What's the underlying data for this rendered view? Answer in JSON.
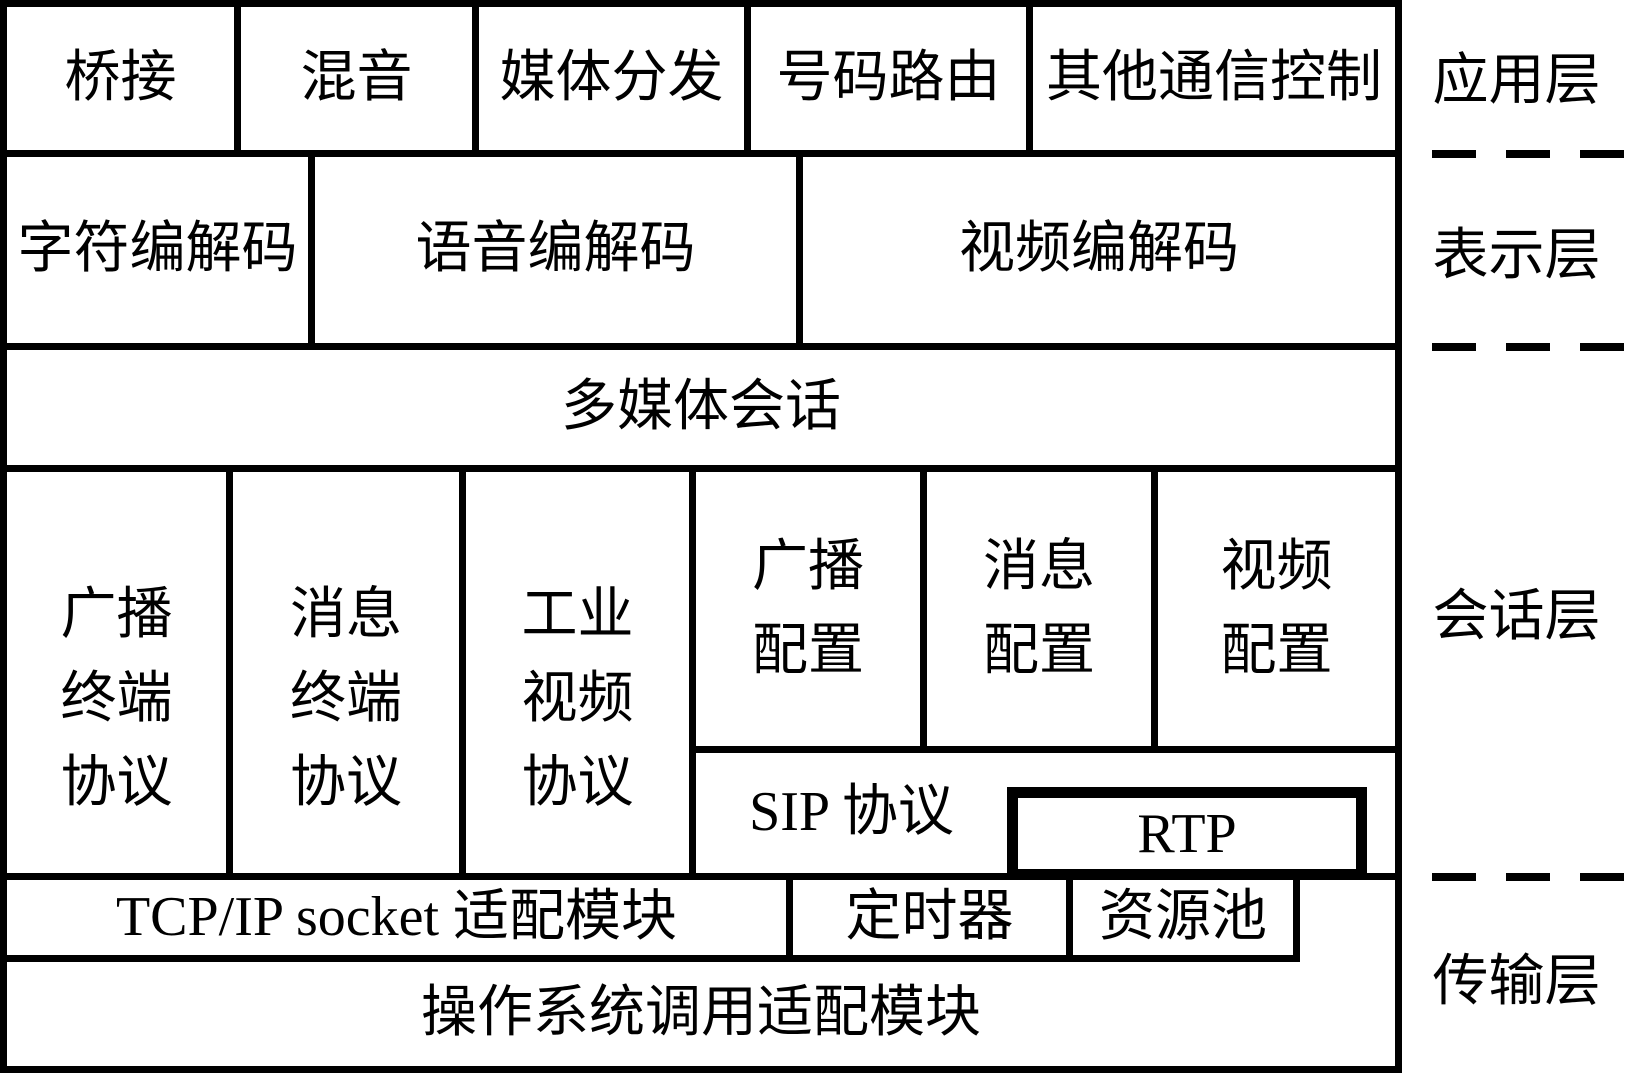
{
  "layers": {
    "application": "应用层",
    "presentation": "表示层",
    "session": "会话层",
    "transport": "传输层"
  },
  "application_row": [
    "桥接",
    "混音",
    "媒体分发",
    "号码路由",
    "其他通信控制"
  ],
  "presentation_row": [
    "字符编解码",
    "语音编解码",
    "视频编解码"
  ],
  "multimedia_session": "多媒体会话",
  "session_row": {
    "protocols": [
      {
        "lines": [
          "广播",
          "终端",
          "协议"
        ]
      },
      {
        "lines": [
          "消息",
          "终端",
          "协议"
        ]
      },
      {
        "lines": [
          "工业",
          "视频",
          "协议"
        ]
      }
    ],
    "configs": [
      {
        "lines": [
          "广播",
          "配置"
        ]
      },
      {
        "lines": [
          "消息",
          "配置"
        ]
      },
      {
        "lines": [
          "视频",
          "配置"
        ]
      }
    ],
    "sip": "SIP 协议",
    "rtp": "RTP"
  },
  "transport_row": {
    "tcp_adapter": "TCP/IP socket 适配模块",
    "timer": "定时器",
    "resource_pool": "资源池",
    "os_adapter": "操作系统调用适配模块"
  }
}
